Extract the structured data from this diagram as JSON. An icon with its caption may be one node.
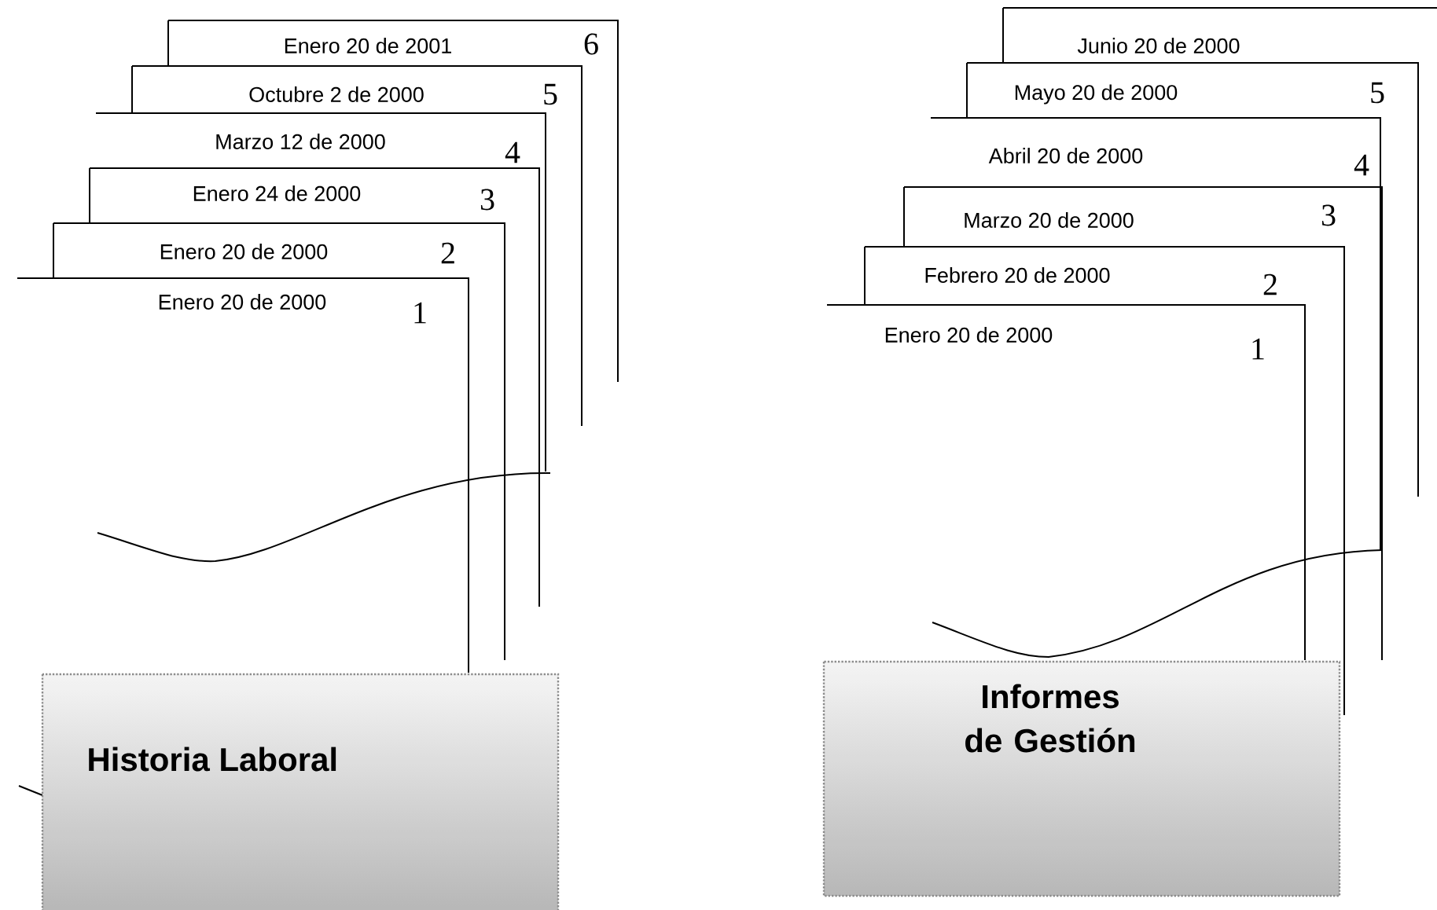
{
  "diagram": {
    "nodes": [
      {
        "text": [
          "Enero 20 de 2000",
          "1"
        ]
      },
      {
        "text": [
          "Enero 20 de 2000",
          "2"
        ]
      },
      {
        "text": [
          "Enero 24 de 2000",
          "3"
        ]
      },
      {
        "text": [
          "Marzo 12 de 2000",
          "4"
        ]
      },
      {
        "text": [
          "Octubre  2 de 2000",
          "5"
        ]
      },
      {
        "text": [
          "Enero 20 de 2001",
          "6"
        ]
      },
      {
        "text": [
          "Historia Laboral"
        ]
      },
      {
        "text": [
          "Enero 20 de 2000",
          "1"
        ]
      },
      {
        "text": [
          "Febrero 20 de 2000",
          "2"
        ]
      },
      {
        "text": [
          "Marzo 20 de 2000",
          "3"
        ]
      },
      {
        "text": [
          "Abril 20 de 2000",
          "4"
        ]
      },
      {
        "text": [
          "Mayo 20 de 2000",
          "5"
        ]
      },
      {
        "text": [
          "Junio 20 de 2000"
        ]
      },
      {
        "text": [
          "Informes de Gestión"
        ]
      }
    ]
  }
}
